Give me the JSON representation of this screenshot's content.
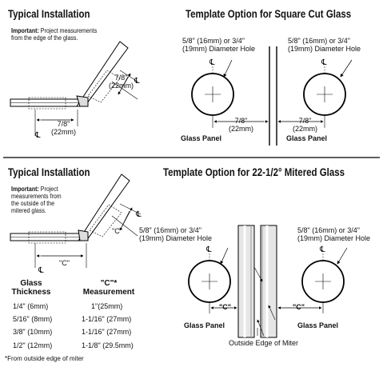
{
  "section1": {
    "left_title": "Typical Installation",
    "note_prefix": "Important:",
    "note_text": "Project measurements from the edge of the glass.",
    "dim_a": "7/8\"",
    "dim_a_mm": "(22mm)",
    "dim_b": "7/8\"",
    "dim_b_mm": "(22mm)",
    "right_title": "Template Option for Square Cut Glass",
    "left_panel": {
      "hole_label_1": "5/8\" (16mm) or 3/4\"",
      "hole_label_2": "(19mm) Diameter Hole",
      "dim": "7/8\"",
      "dim_mm": "(22mm)",
      "panel_label": "Glass Panel"
    },
    "right_panel": {
      "hole_label_1": "5/8\" (16mm) or 3/4\"",
      "hole_label_2": "(19mm) Diameter Hole",
      "dim": "7/8\"",
      "dim_mm": "(22mm)",
      "panel_label": "Glass Panel"
    }
  },
  "section2": {
    "left_title": "Typical Installation",
    "note_prefix": "Important:",
    "note_text": "Project measurements from the outside of the mitered glass.",
    "dim_c_1": "\"C\"",
    "dim_c_2": "\"C\"",
    "right_title": "Template Option for 22-1/2° Mitered Glass",
    "left_panel": {
      "hole_label_1": "5/8\" (16mm) or 3/4\"",
      "hole_label_2": "(19mm) Diameter Hole",
      "dim": "\"C\"",
      "panel_label": "Glass Panel"
    },
    "right_panel": {
      "hole_label_1": "5/8\" (16mm) or 3/4\"",
      "hole_label_2": "(19mm) Diameter Hole",
      "dim": "\"C\"",
      "panel_label": "Glass Panel"
    },
    "miter_label": "Outside Edge of Miter"
  },
  "table": {
    "col1_header": [
      "Glass",
      "Thickness"
    ],
    "col2_header": [
      "\"C\"*",
      "Measurement"
    ],
    "rows": [
      {
        "thickness": "1/4\" (6mm)",
        "measurement": "1\"(25mm)"
      },
      {
        "thickness": "5/16\" (8mm)",
        "measurement": "1-1/16\" (27mm)"
      },
      {
        "thickness": "3/8\" (10mm)",
        "measurement": "1-1/16\" (27mm)"
      },
      {
        "thickness": "1/2\" (12mm)",
        "measurement": "1-1/8\" (29.5mm)"
      }
    ],
    "footnote": "*From outside edge of miter"
  },
  "centerline_symbol": "℄"
}
